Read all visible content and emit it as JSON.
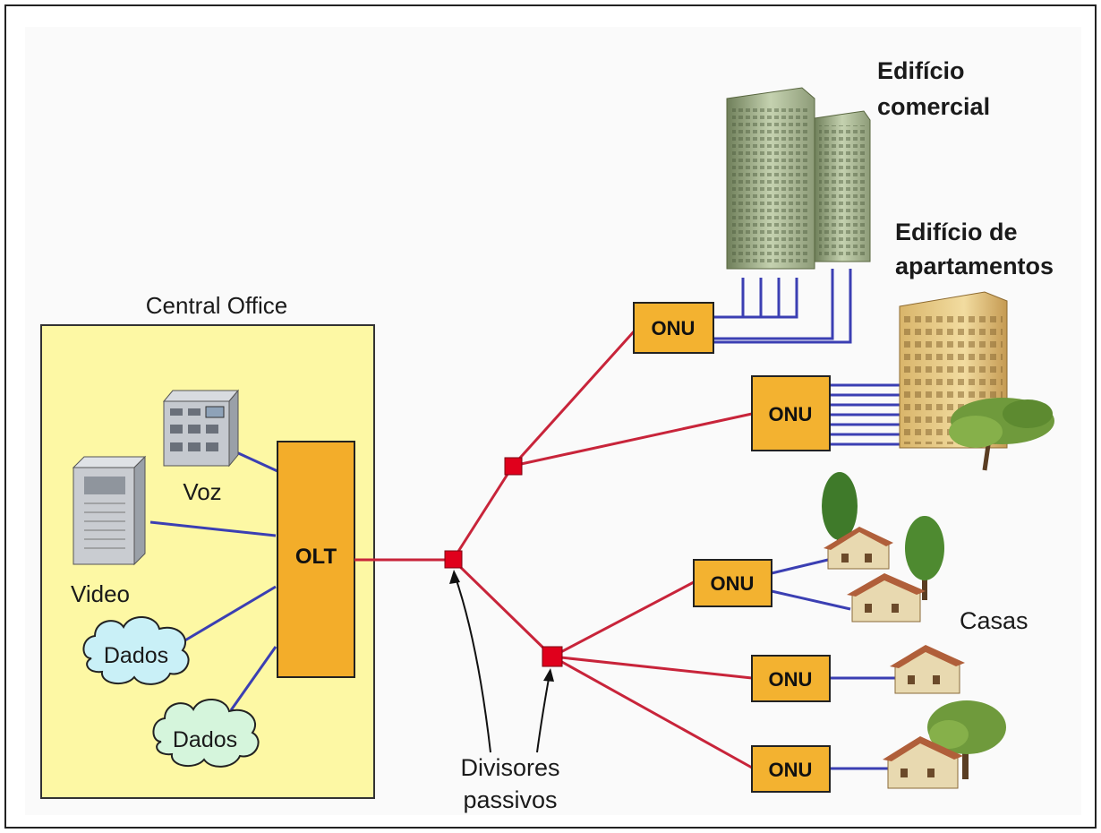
{
  "central_office": {
    "label": "Central Office"
  },
  "olt": {
    "label": "OLT"
  },
  "sources": {
    "voz": "Voz",
    "video": "Video",
    "dados_1": "Dados",
    "dados_2": "Dados"
  },
  "onus": [
    "ONU",
    "ONU",
    "ONU",
    "ONU",
    "ONU"
  ],
  "splitter_label": {
    "line1": "Divisores",
    "line2": "passivos"
  },
  "destinations": {
    "commercial": {
      "line1": "Edifício",
      "line2": "comercial"
    },
    "apartments": {
      "line1": "Edifício de",
      "line2": "apartamentos"
    },
    "houses": "Casas"
  },
  "colors": {
    "central_office_fill": "#fdf8a4",
    "olt_fill": "#f3ad2a",
    "onu_fill": "#f3b230",
    "fiber": "#c8243a",
    "copper": "#3b3fb3",
    "splitter": "#e0001c",
    "cloud_fill": "#c9f0f7",
    "cloud_fill_2": "#d5f5dc"
  }
}
